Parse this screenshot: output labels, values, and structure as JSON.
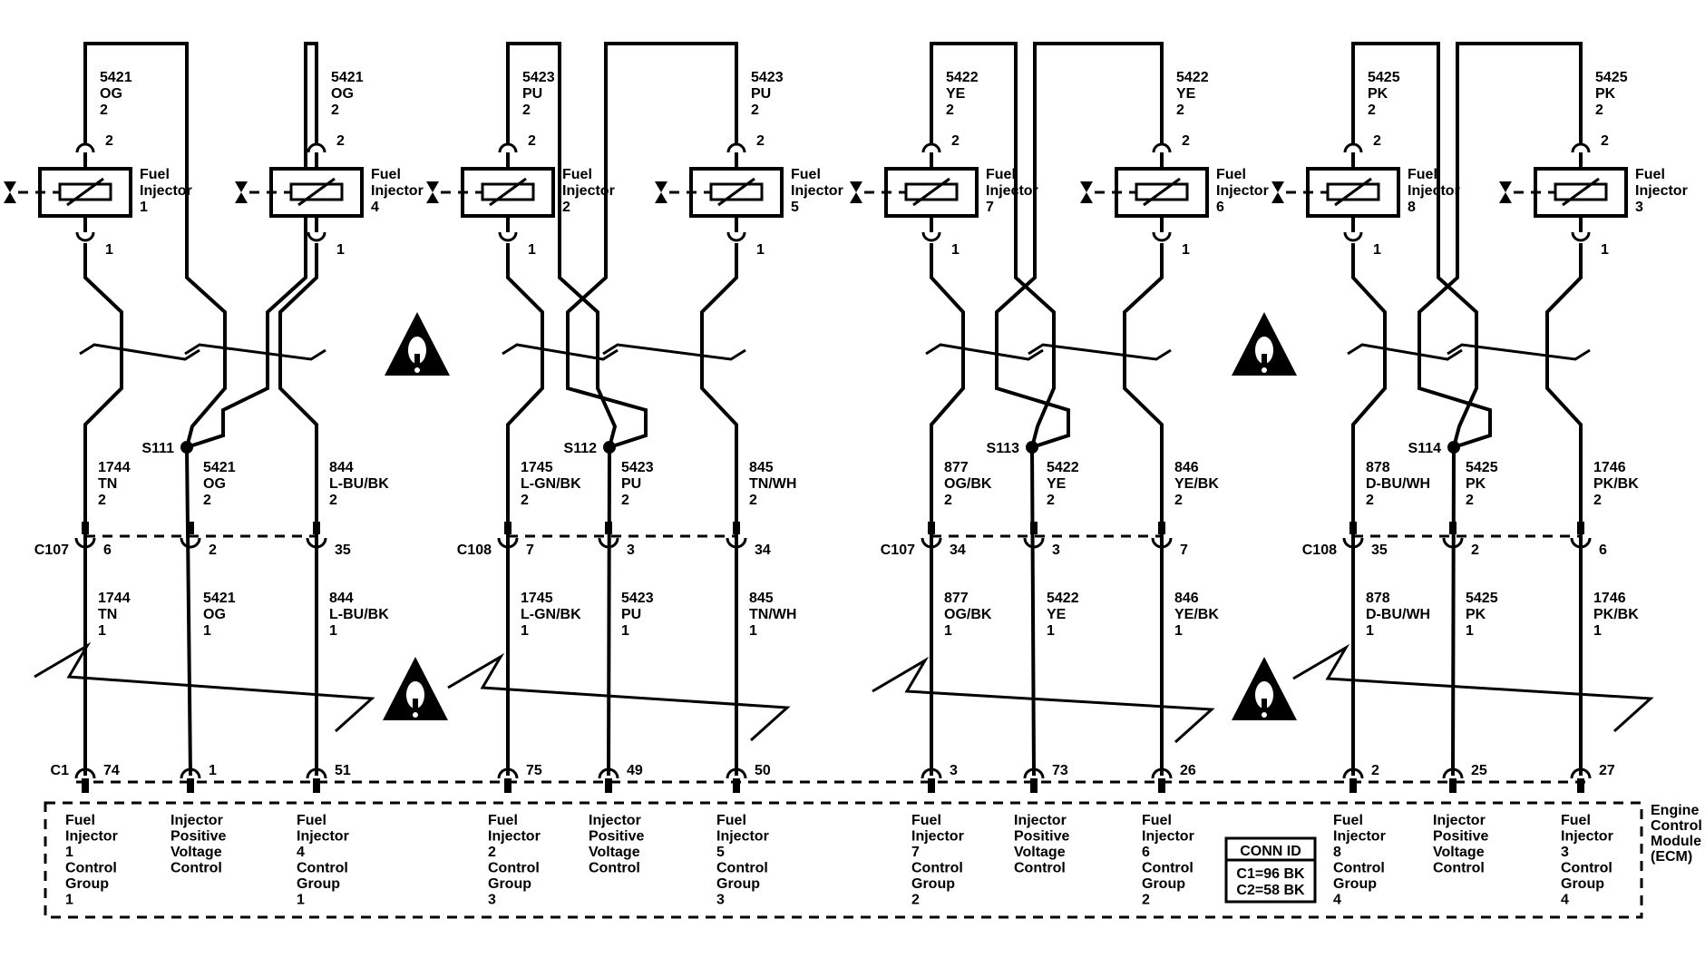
{
  "injectors": [
    {
      "label": "Fuel Injector",
      "num": "1",
      "top_pin": "2",
      "bot_pin": "1",
      "feed": {
        "circuit": "5421",
        "color": "OG",
        "size": "2"
      }
    },
    {
      "label": "Fuel Injector",
      "num": "4",
      "top_pin": "2",
      "bot_pin": "1",
      "feed": {
        "circuit": "5421",
        "color": "OG",
        "size": "2"
      }
    },
    {
      "label": "Fuel Injector",
      "num": "2",
      "top_pin": "2",
      "bot_pin": "1",
      "feed": {
        "circuit": "5423",
        "color": "PU",
        "size": "2"
      }
    },
    {
      "label": "Fuel Injector",
      "num": "5",
      "top_pin": "2",
      "bot_pin": "1",
      "feed": {
        "circuit": "5423",
        "color": "PU",
        "size": "2"
      }
    },
    {
      "label": "Fuel Injector",
      "num": "7",
      "top_pin": "2",
      "bot_pin": "1",
      "feed": {
        "circuit": "5422",
        "color": "YE",
        "size": "2"
      }
    },
    {
      "label": "Fuel Injector",
      "num": "6",
      "top_pin": "2",
      "bot_pin": "1",
      "feed": {
        "circuit": "5422",
        "color": "YE",
        "size": "2"
      }
    },
    {
      "label": "Fuel Injector",
      "num": "8",
      "top_pin": "2",
      "bot_pin": "1",
      "feed": {
        "circuit": "5425",
        "color": "PK",
        "size": "2"
      }
    },
    {
      "label": "Fuel Injector",
      "num": "3",
      "top_pin": "2",
      "bot_pin": "1",
      "feed": {
        "circuit": "5425",
        "color": "PK",
        "size": "2"
      }
    }
  ],
  "splices": [
    "S111",
    "S112",
    "S113",
    "S114"
  ],
  "inline_connectors": [
    "C107",
    "C108",
    "C107",
    "C108"
  ],
  "ecm_connector": "C1",
  "columns": [
    {
      "upper": {
        "circuit": "1744",
        "color": "TN",
        "size": "2"
      },
      "inline_pin": "6",
      "lower": {
        "circuit": "1744",
        "color": "TN",
        "size": "1"
      },
      "ecm_pin": "74",
      "ecm_label": "Fuel Injector 1 Control Group 1"
    },
    {
      "upper": {
        "circuit": "5421",
        "color": "OG",
        "size": "2"
      },
      "inline_pin": "2",
      "lower": {
        "circuit": "5421",
        "color": "OG",
        "size": "1"
      },
      "ecm_pin": "1",
      "ecm_label": "Injector Positive Voltage Control"
    },
    {
      "upper": {
        "circuit": "844",
        "color": "L-BU/BK",
        "size": "2"
      },
      "inline_pin": "35",
      "lower": {
        "circuit": "844",
        "color": "L-BU/BK",
        "size": "1"
      },
      "ecm_pin": "51",
      "ecm_label": "Fuel Injector 4 Control Group 1"
    },
    {
      "upper": {
        "circuit": "1745",
        "color": "L-GN/BK",
        "size": "2"
      },
      "inline_pin": "7",
      "lower": {
        "circuit": "1745",
        "color": "L-GN/BK",
        "size": "1"
      },
      "ecm_pin": "75",
      "ecm_label": "Fuel Injector 2 Control Group 3"
    },
    {
      "upper": {
        "circuit": "5423",
        "color": "PU",
        "size": "2"
      },
      "inline_pin": "3",
      "lower": {
        "circuit": "5423",
        "color": "PU",
        "size": "1"
      },
      "ecm_pin": "49",
      "ecm_label": "Injector Positive Voltage Control"
    },
    {
      "upper": {
        "circuit": "845",
        "color": "TN/WH",
        "size": "2"
      },
      "inline_pin": "34",
      "lower": {
        "circuit": "845",
        "color": "TN/WH",
        "size": "1"
      },
      "ecm_pin": "50",
      "ecm_label": "Fuel Injector 5 Control Group 3"
    },
    {
      "upper": {
        "circuit": "877",
        "color": "OG/BK",
        "size": "2"
      },
      "inline_pin": "34",
      "lower": {
        "circuit": "877",
        "color": "OG/BK",
        "size": "1"
      },
      "ecm_pin": "3",
      "ecm_label": "Fuel Injector 7 Control Group 2"
    },
    {
      "upper": {
        "circuit": "5422",
        "color": "YE",
        "size": "2"
      },
      "inline_pin": "3",
      "lower": {
        "circuit": "5422",
        "color": "YE",
        "size": "1"
      },
      "ecm_pin": "73",
      "ecm_label": "Injector Positive Voltage Control"
    },
    {
      "upper": {
        "circuit": "846",
        "color": "YE/BK",
        "size": "2"
      },
      "inline_pin": "7",
      "lower": {
        "circuit": "846",
        "color": "YE/BK",
        "size": "1"
      },
      "ecm_pin": "26",
      "ecm_label": "Fuel Injector 6 Control Group 2"
    },
    {
      "upper": {
        "circuit": "878",
        "color": "D-BU/WH",
        "size": "2"
      },
      "inline_pin": "35",
      "lower": {
        "circuit": "878",
        "color": "D-BU/WH",
        "size": "1"
      },
      "ecm_pin": "2",
      "ecm_label": "Fuel Injector 8 Control Group 4"
    },
    {
      "upper": {
        "circuit": "5425",
        "color": "PK",
        "size": "2"
      },
      "inline_pin": "2",
      "lower": {
        "circuit": "5425",
        "color": "PK",
        "size": "1"
      },
      "ecm_pin": "25",
      "ecm_label": "Injector Positive Voltage Control"
    },
    {
      "upper": {
        "circuit": "1746",
        "color": "PK/BK",
        "size": "2"
      },
      "inline_pin": "6",
      "lower": {
        "circuit": "1746",
        "color": "PK/BK",
        "size": "1"
      },
      "ecm_pin": "27",
      "ecm_label": "Fuel Injector 3 Control Group 4"
    }
  ],
  "ecm": {
    "label": "Engine Control Module (ECM)"
  },
  "conn_id": {
    "title": "CONN ID",
    "lines": [
      "C1=96 BK",
      "C2=58 BK"
    ]
  },
  "warning_icon": "caution-triangle-icon",
  "colors": {
    "ink": "#000000",
    "paper": "#ffffff"
  }
}
